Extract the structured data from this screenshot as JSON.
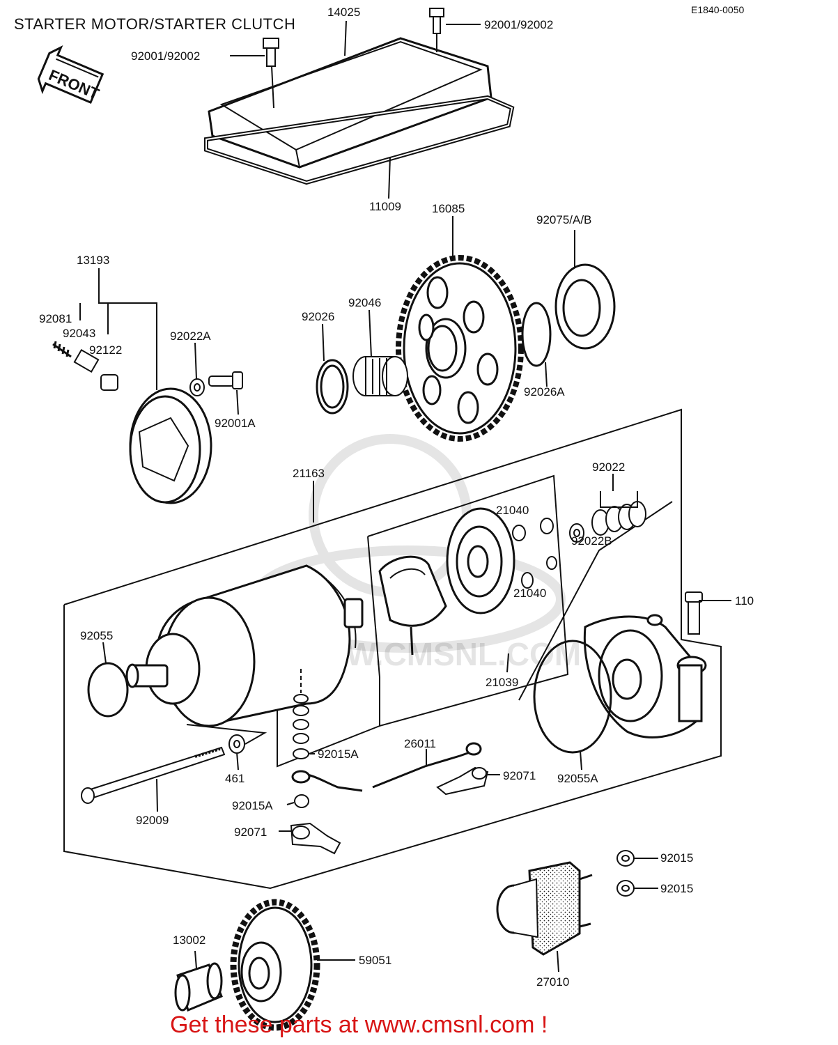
{
  "page": {
    "title": "STARTER MOTOR/STARTER CLUTCH",
    "diagram_code": "E1840-0050",
    "front_label": "FRONT",
    "footer": "Get these parts at www.cmsnl.com !",
    "watermark": "WWW.CMSNL.COM"
  },
  "parts": [
    {
      "key": "p14025",
      "number": "14025"
    },
    {
      "key": "p92001_92002_top",
      "number": "92001/92002"
    },
    {
      "key": "p92001_92002_left",
      "number": "92001/92002"
    },
    {
      "key": "p11009",
      "number": "11009"
    },
    {
      "key": "p16085",
      "number": "16085"
    },
    {
      "key": "p92075",
      "number": "92075/A/B"
    },
    {
      "key": "p13193",
      "number": "13193"
    },
    {
      "key": "p92081",
      "number": "92081"
    },
    {
      "key": "p92043",
      "number": "92043"
    },
    {
      "key": "p92122",
      "number": "92122"
    },
    {
      "key": "p92022A",
      "number": "92022A"
    },
    {
      "key": "p92001A",
      "number": "92001A"
    },
    {
      "key": "p92026",
      "number": "92026"
    },
    {
      "key": "p92046",
      "number": "92046"
    },
    {
      "key": "p92026A",
      "number": "92026A"
    },
    {
      "key": "p21163",
      "number": "21163"
    },
    {
      "key": "p92022",
      "number": "92022"
    },
    {
      "key": "p21040_top",
      "number": "21040"
    },
    {
      "key": "p92022B",
      "number": "92022B"
    },
    {
      "key": "p21040_bottom",
      "number": "21040"
    },
    {
      "key": "p110",
      "number": "110"
    },
    {
      "key": "p92055",
      "number": "92055"
    },
    {
      "key": "p21039",
      "number": "21039"
    },
    {
      "key": "p92015A_upper",
      "number": "92015A"
    },
    {
      "key": "p26011",
      "number": "26011"
    },
    {
      "key": "p92071_right",
      "number": "92071"
    },
    {
      "key": "p92055A",
      "number": "92055A"
    },
    {
      "key": "p461",
      "number": "461"
    },
    {
      "key": "p92009",
      "number": "92009"
    },
    {
      "key": "p92015A_lower",
      "number": "92015A"
    },
    {
      "key": "p92071_lower",
      "number": "92071"
    },
    {
      "key": "p92015_top",
      "number": "92015"
    },
    {
      "key": "p92015_bottom",
      "number": "92015"
    },
    {
      "key": "p13002",
      "number": "13002"
    },
    {
      "key": "p59051",
      "number": "59051"
    },
    {
      "key": "p27010",
      "number": "27010"
    }
  ]
}
